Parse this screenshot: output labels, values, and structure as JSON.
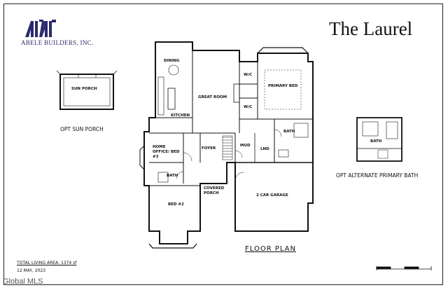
{
  "brand": {
    "company": "ABELE BUILDERS, INC.",
    "title": "The Laurel"
  },
  "plan": {
    "heading": "FLOOR PLAN",
    "sun_porch_caption": "OPT SUN PORCH",
    "alt_bath_caption": "OPT ALTERNATE PRIMARY BATH",
    "rooms": {
      "sun_porch": "SUN PORCH",
      "dining": "DINING",
      "great_room": "GREAT ROOM",
      "primary_bed": "PRIMARY BED",
      "wic_1": "W/C",
      "wic_2": "W/C",
      "kitchen": "KITCHEN",
      "bath_primary": "BATH",
      "home_office": "HOME OFFICE/ BED #3",
      "foyer": "FOYER",
      "mud": "MUD",
      "lnd": "LND",
      "bath": "BATH",
      "covered_porch": "COVERED PORCH",
      "garage": "2 CAR GARAGE",
      "bed2": "BED #2",
      "alt_bath": "BATH"
    }
  },
  "footer": {
    "living_area": "TOTAL LIVING AREA: 1374 sf",
    "date": "12 MAY, 2023",
    "watermark": "Global MLS"
  },
  "colors": {
    "brand": "#2b2a6b",
    "ink": "#111111"
  }
}
